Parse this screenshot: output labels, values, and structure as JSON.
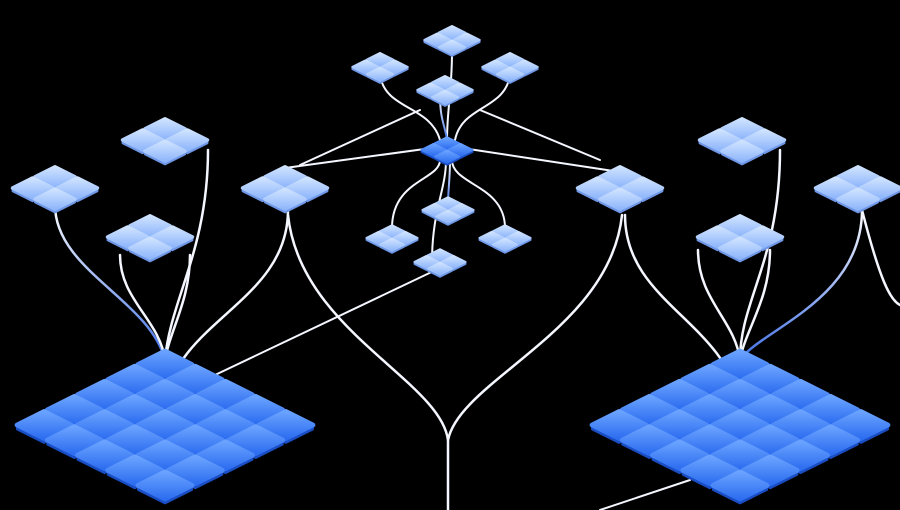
{
  "scene": {
    "subject": "isometric-network-hierarchy",
    "colors": {
      "background": "#000000",
      "tile_light_top": "#bcd8ff",
      "tile_light_bottom": "#8fb6fb",
      "tile_light_side": "#6f97e6",
      "tile_blue_top": "#5a95ff",
      "tile_blue_bottom": "#2d6df0",
      "tile_blue_side": "#1a4ec4",
      "wire_white": "#f4f7ff",
      "wire_blue": "#4f7df0"
    },
    "groups": [
      {
        "name": "top-cluster",
        "kind": "cluster"
      },
      {
        "name": "center-hub",
        "kind": "hub"
      },
      {
        "name": "center-lower-cluster",
        "kind": "cluster"
      },
      {
        "name": "left-mid-cluster",
        "kind": "cluster"
      },
      {
        "name": "right-mid-cluster",
        "kind": "cluster"
      },
      {
        "name": "left-base-grid",
        "kind": "grid"
      },
      {
        "name": "right-base-grid",
        "kind": "grid"
      }
    ]
  }
}
